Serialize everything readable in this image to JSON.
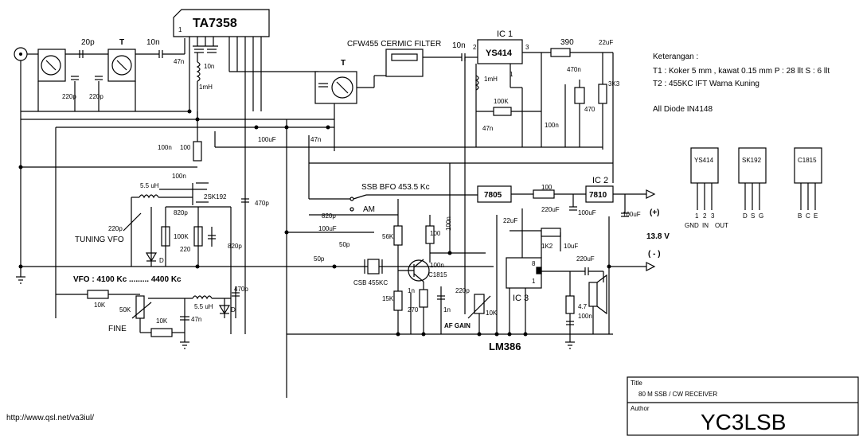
{
  "title_block": {
    "title_label": "Title",
    "title_value": "80 M SSB / CW RECEIVER",
    "author_label": "Author",
    "author_value": "YC3LSB"
  },
  "url": "http://www.qsl.net/va3iul/",
  "notes": {
    "heading": "Keterangan :",
    "t1": "T1  : Koker 5 mm , kawat 0.15 mm P : 28 llt  S : 6 llt",
    "t2": "T2 : 455KC  IFT Warna Kuning",
    "diodes": "All Diode IN4148"
  },
  "pinouts": [
    {
      "name": "YS414",
      "pins": [
        "1",
        "2",
        "3"
      ],
      "pin_names": [
        "GND",
        "IN",
        "OUT"
      ]
    },
    {
      "name": "SK192",
      "pins": [
        "D",
        "S",
        "G"
      ],
      "pin_names": []
    },
    {
      "name": "C1815",
      "pins": [
        "B",
        "C",
        "E"
      ],
      "pin_names": []
    }
  ],
  "ics": {
    "ta7358": "TA7358",
    "ta7358_pin": "1",
    "ic1_label": "IC 1",
    "ic1_part": "YS414",
    "ic1_pin1": "1",
    "ic1_pin2": "2",
    "ic1_pin3": "3",
    "ic2_label": "IC 2",
    "ic2_part": "7810",
    "reg_7805": "7805",
    "ic3_label": "IC 3",
    "ic3_pin8": "8",
    "ic3_pin1": "1",
    "lm386": "LM386"
  },
  "labels": {
    "cfw": "CFW455 CERMIC FILTER",
    "ssb_bfo": "SSB BFO 453.5 Kc",
    "am": "AM",
    "tuning_vfo": "TUNING VFO",
    "vfo_range": "VFO : 4100 Kc ......... 4400 Kc",
    "fine": "FINE",
    "af_gain": "AF GAIN",
    "csb": "CSB 455KC",
    "c1815": "C1815",
    "sk192": "2SK192",
    "plus": "(+)",
    "minus": "( - )",
    "voltage": "13.8 V",
    "t_upper": "T",
    "t_lower": "T"
  },
  "components": {
    "c20p": "20p",
    "c10n_a": "10n",
    "c47n_a": "47n",
    "c10n_b": "10n",
    "l1mh_a": "1mH",
    "c220p_a": "220p",
    "c220p_b": "220p",
    "c10n_c": "10n",
    "r390": "390",
    "c22u_a": "22uF",
    "c470n": "470n",
    "r3k3": "3K3",
    "r470": "470",
    "l1mh_b": "1mH",
    "r100k_a": "100K",
    "c47n_b": "47n",
    "c100n_a": "100n",
    "c100u_a": "100uF",
    "c47n_c": "47n",
    "c100n_b": "100n",
    "r100_a": "100",
    "c100n_c": "100n",
    "l5_5uh_a": "5.5 uH",
    "c220p_c": "220p",
    "c820p_a": "820p",
    "r100k_b": "100K",
    "r220": "220",
    "c820p_b": "820p",
    "c470p_a": "470p",
    "d_a": "D",
    "c820p_c": "820p",
    "c100u_b": "100uF",
    "c50p_a": "50p",
    "c50p_b": "50p",
    "r56k": "56K",
    "r100_b": "100",
    "c100n_d": "100n",
    "c100n_e": "100n",
    "r15k": "15K",
    "c1n_a": "1n",
    "r270": "270",
    "c1n_b": "1n",
    "c220p_d": "220p",
    "r10k_vol": "10K",
    "r10k_a": "10K",
    "r50k": "50K",
    "r10k_b": "10K",
    "l5_5uh_b": "5.5 uH",
    "c47n_d": "47n",
    "c470p_b": "470p",
    "d_b": "D",
    "r100_c": "100",
    "c220u_a": "220uF",
    "c100u_c": "100uF",
    "c100u_d": "100uF",
    "c22u_b": "22uF",
    "r1k2": "1K2",
    "c10u": "10uF",
    "c220u_b": "220uF",
    "r4_7": "4.7",
    "c100n_f": "100n"
  }
}
